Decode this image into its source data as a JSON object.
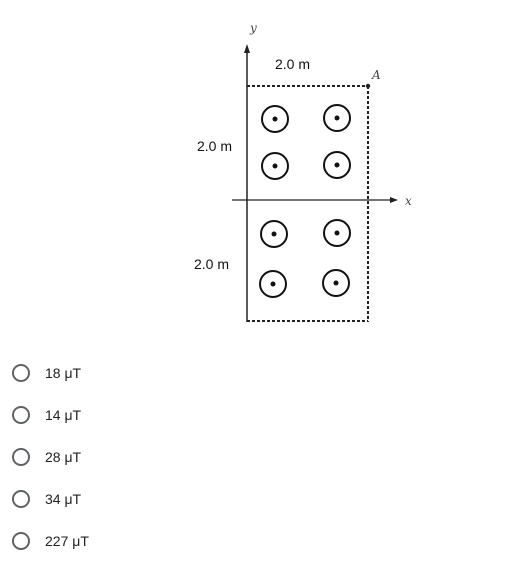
{
  "diagram": {
    "axis_y_label": "y",
    "axis_x_label": "x",
    "point_label": "A",
    "width_label": "2.0 m",
    "upper_height_label": "2.0 m",
    "lower_height_label": "2.0 m",
    "wire_count": 8,
    "wire_direction": "out-of-page"
  },
  "options": [
    {
      "label": "18 μT"
    },
    {
      "label": "14 μT"
    },
    {
      "label": "28 μT"
    },
    {
      "label": "34 μT"
    },
    {
      "label": "227 μT"
    }
  ]
}
